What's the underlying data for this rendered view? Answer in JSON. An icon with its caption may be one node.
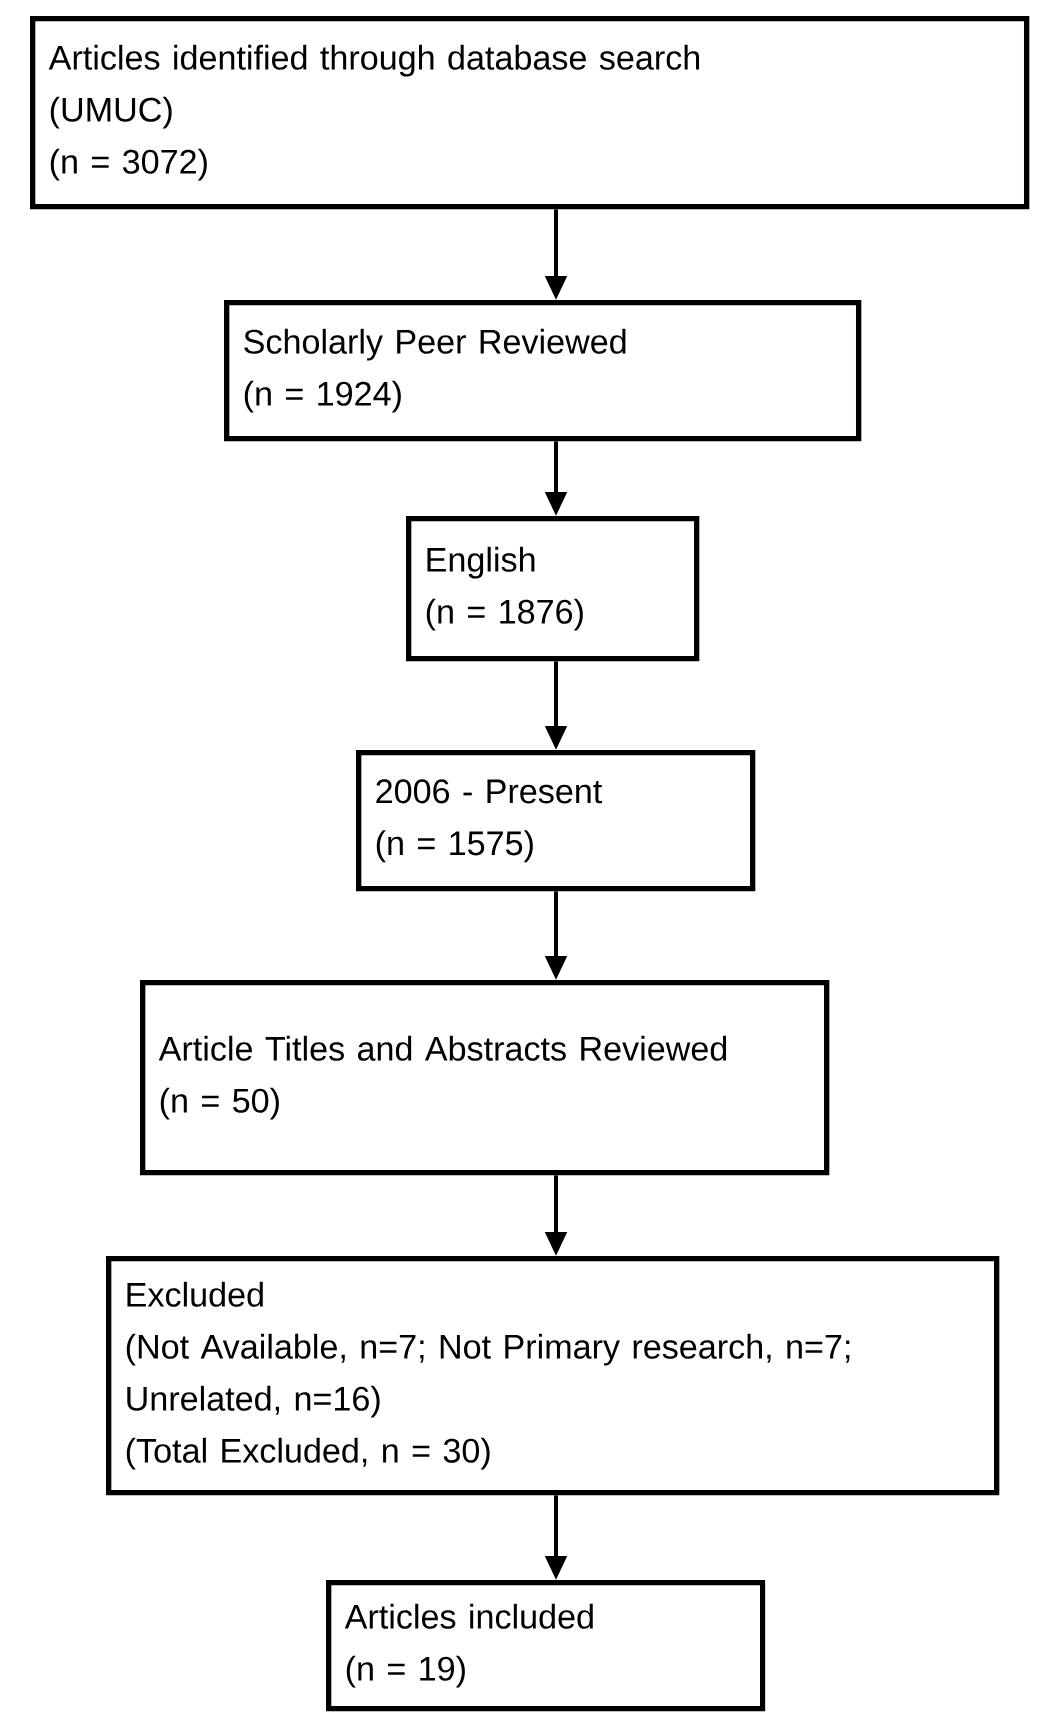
{
  "diagram": {
    "nodes": [
      {
        "text": [
          "Articles identified through database search (UMUC)",
          "(n = 3072)"
        ]
      },
      {
        "text": [
          "Scholarly Peer Reviewed",
          "(n = 1924)"
        ]
      },
      {
        "text": [
          "English",
          "(n = 1876)"
        ]
      },
      {
        "text": [
          "2006 - Present",
          "(n = 1575)"
        ]
      },
      {
        "text": [
          "Article Titles and Abstracts Reviewed",
          "(n = 50)"
        ]
      },
      {
        "text": [
          "Excluded",
          "(Not Available, n=7; Not Primary research, n=7; Unrelated, n=16)",
          "(Total Excluded, n = 30)"
        ]
      },
      {
        "text": [
          "Articles included",
          "(n = 19)"
        ]
      }
    ],
    "edges": [
      {
        "from": 0,
        "to": 1,
        "arrow": "to"
      },
      {
        "from": 1,
        "to": 2,
        "arrow": "to"
      },
      {
        "from": 2,
        "to": 3,
        "arrow": "to"
      },
      {
        "from": 3,
        "to": 4,
        "arrow": "to"
      },
      {
        "from": 4,
        "to": 5,
        "arrow": "to"
      },
      {
        "from": 5,
        "to": 6,
        "arrow": "to"
      }
    ]
  }
}
